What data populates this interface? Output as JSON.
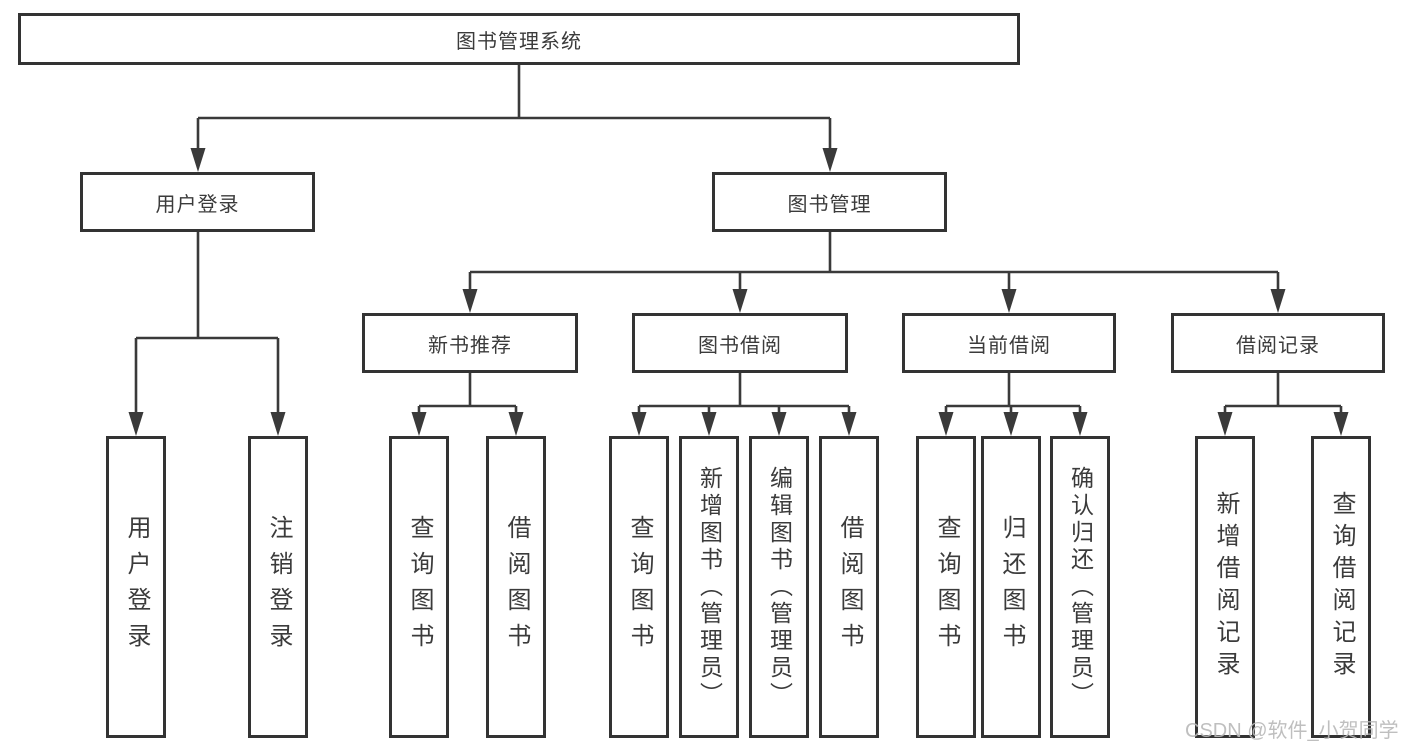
{
  "tree": {
    "root": "图书管理系统",
    "branches": [
      {
        "label": "用户登录",
        "leaves": [
          "用户登录",
          "注销登录"
        ]
      },
      {
        "label": "图书管理",
        "groups": [
          {
            "label": "新书推荐",
            "leaves": [
              "查询图书",
              "借阅图书"
            ]
          },
          {
            "label": "图书借阅",
            "leaves": [
              "查询图书",
              "新增图书（管理员）",
              "编辑图书（管理员）",
              "借阅图书"
            ]
          },
          {
            "label": "当前借阅",
            "leaves": [
              "查询图书",
              "归还图书",
              "确认归还（管理员）"
            ]
          },
          {
            "label": "借阅记录",
            "leaves": [
              "新增借阅记录",
              "查询借阅记录"
            ]
          }
        ]
      }
    ]
  },
  "watermark": {
    "text": "CSDN @软件_小贺同学"
  },
  "colors": {
    "box_border": "#333333",
    "line": "#3a3a3a",
    "text": "#3b3b3b",
    "watermark": "#b9b9b9"
  }
}
